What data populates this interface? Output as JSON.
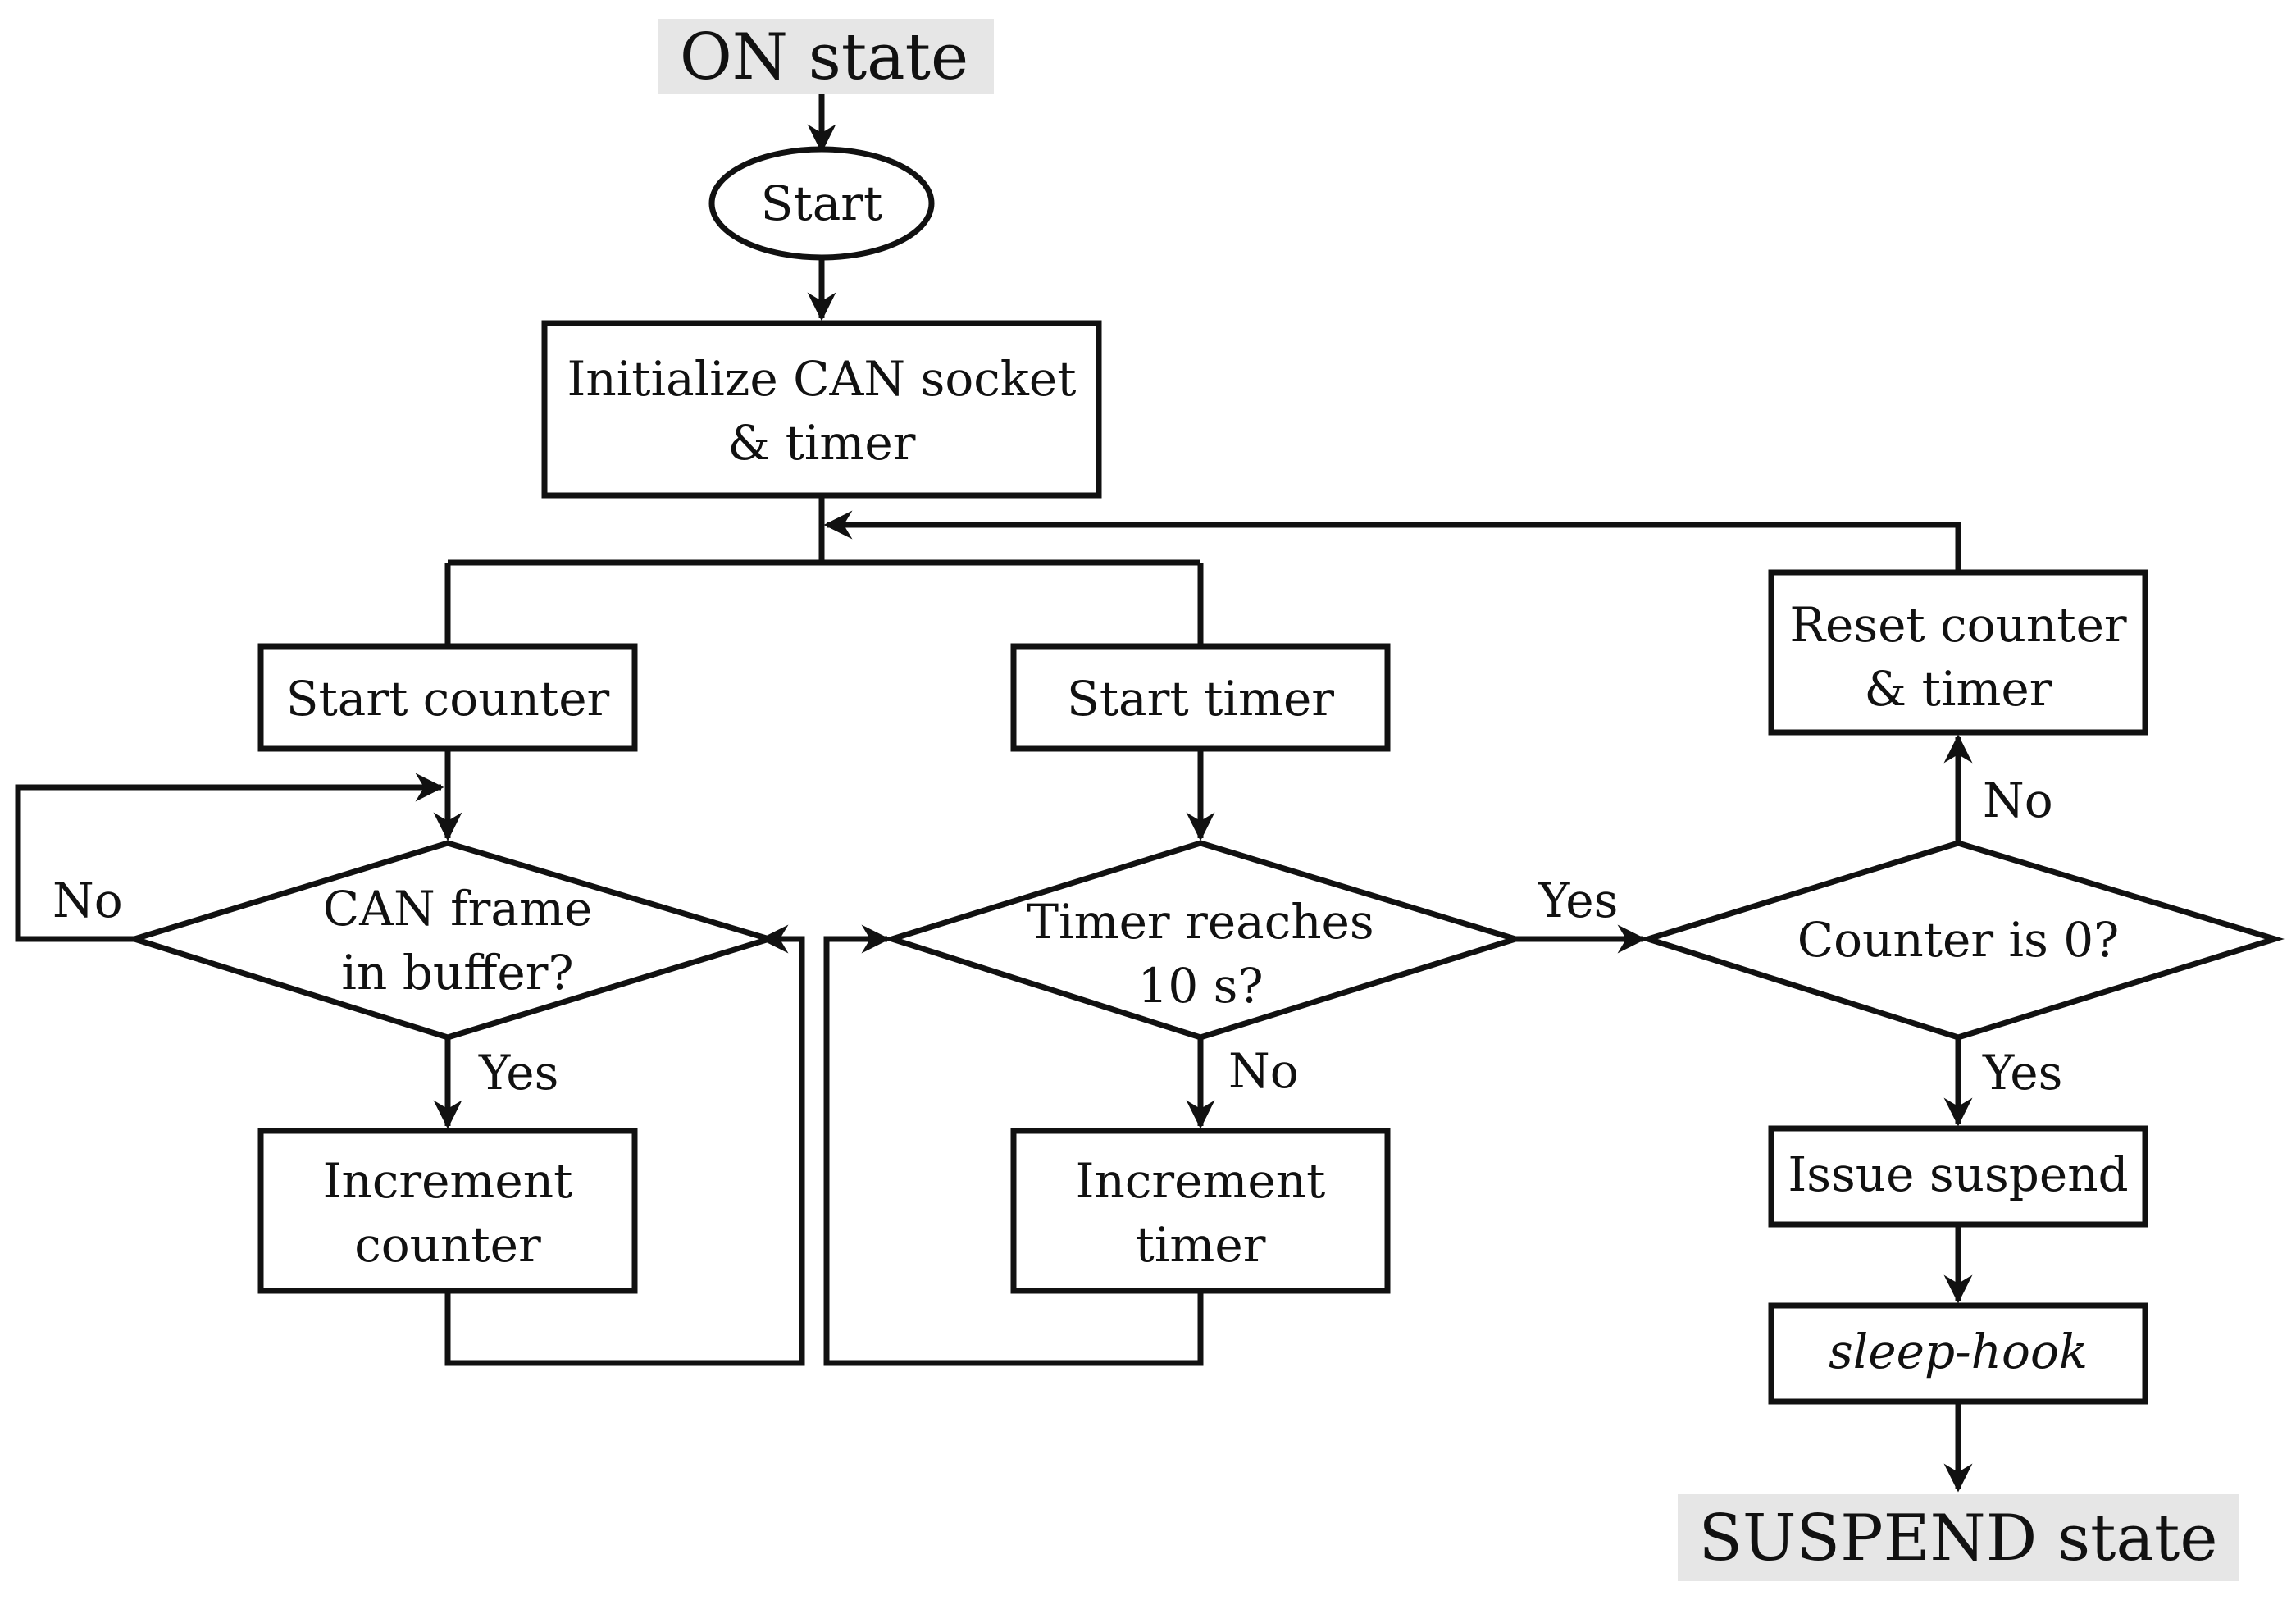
{
  "states": {
    "on": "ON state",
    "suspend": "SUSPEND state"
  },
  "nodes": {
    "start": "Start",
    "init": [
      "Initialize CAN socket",
      "& timer"
    ],
    "start_counter": "Start counter",
    "start_timer": "Start timer",
    "reset": [
      "Reset counter",
      "& timer"
    ],
    "can_frame": [
      "CAN frame",
      "in buffer?"
    ],
    "timer_reaches": [
      "Timer reaches",
      "10 s?"
    ],
    "counter_zero": "Counter is 0?",
    "inc_counter": [
      "Increment",
      "counter"
    ],
    "inc_timer": [
      "Increment",
      "timer"
    ],
    "issue_suspend": "Issue suspend",
    "sleep_hook": "sleep-hook"
  },
  "edge_labels": {
    "can_no": "No",
    "can_yes": "Yes",
    "timer_yes": "Yes",
    "timer_no": "No",
    "counter_no": "No",
    "counter_yes": "Yes"
  },
  "colors": {
    "stroke": "#111111",
    "state_fill": "#e6e6e6",
    "background": "#ffffff"
  }
}
